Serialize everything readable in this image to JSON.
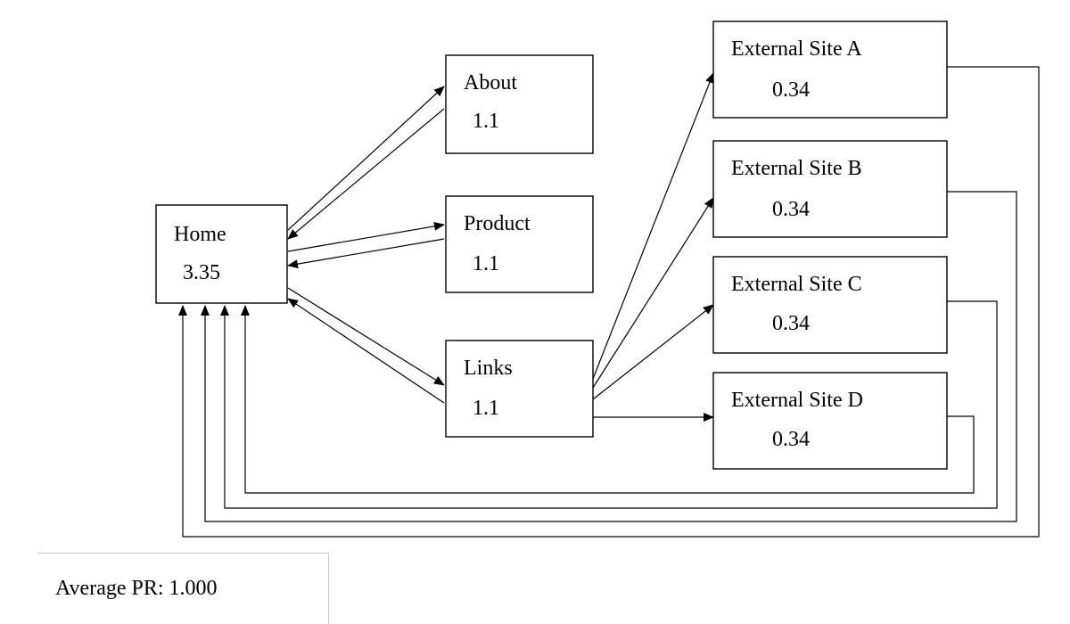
{
  "nodes": {
    "home": {
      "name": "Home",
      "pr": "3.35"
    },
    "about": {
      "name": "About",
      "pr": "1.1"
    },
    "product": {
      "name": "Product",
      "pr": "1.1"
    },
    "links": {
      "name": "Links",
      "pr": "1.1"
    },
    "ext_a": {
      "name": "External Site A",
      "pr": "0.34"
    },
    "ext_b": {
      "name": "External Site B",
      "pr": "0.34"
    },
    "ext_c": {
      "name": "External Site C",
      "pr": "0.34"
    },
    "ext_d": {
      "name": "External Site D",
      "pr": "0.34"
    }
  },
  "edges": [
    {
      "from": "Home",
      "to": "About"
    },
    {
      "from": "About",
      "to": "Home"
    },
    {
      "from": "Home",
      "to": "Product"
    },
    {
      "from": "Product",
      "to": "Home"
    },
    {
      "from": "Home",
      "to": "Links"
    },
    {
      "from": "Links",
      "to": "Home"
    },
    {
      "from": "Links",
      "to": "External Site A"
    },
    {
      "from": "Links",
      "to": "External Site B"
    },
    {
      "from": "Links",
      "to": "External Site C"
    },
    {
      "from": "Links",
      "to": "External Site D"
    },
    {
      "from": "External Site A",
      "to": "Home"
    },
    {
      "from": "External Site B",
      "to": "Home"
    },
    {
      "from": "External Site C",
      "to": "Home"
    },
    {
      "from": "External Site D",
      "to": "Home"
    }
  ],
  "footer": {
    "average_label": "Average PR: 1.000"
  }
}
